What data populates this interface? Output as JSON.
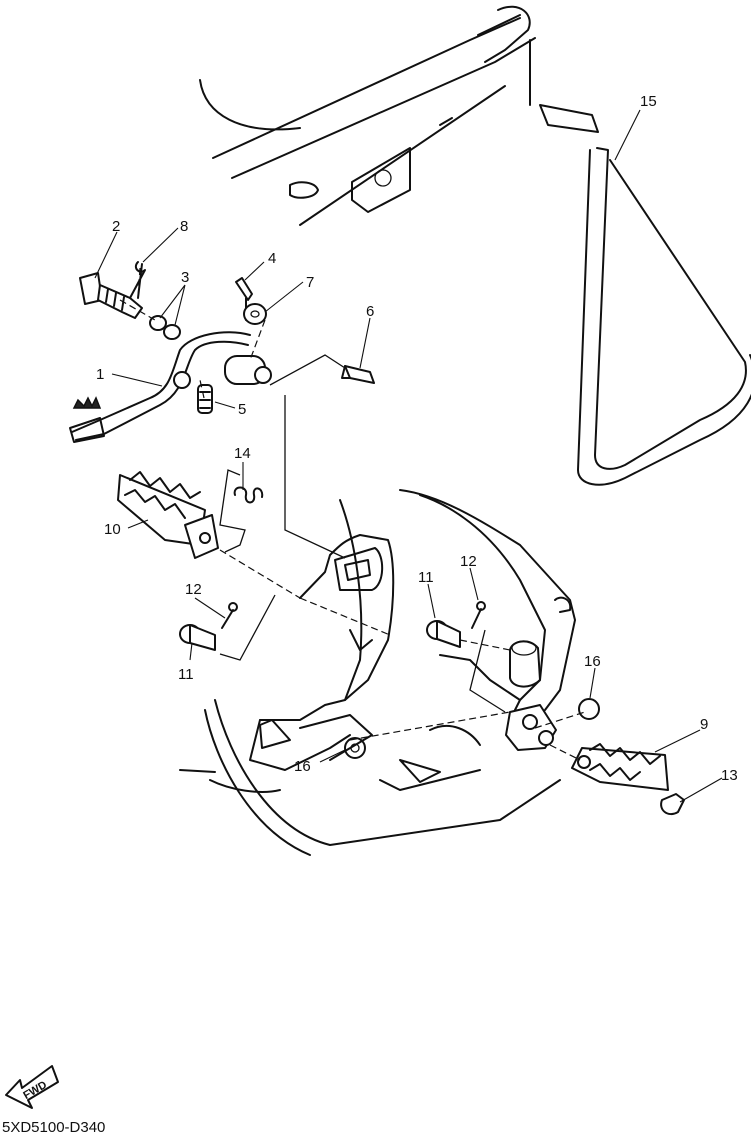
{
  "diagram": {
    "callouts": [
      {
        "id": "c1",
        "label": "1"
      },
      {
        "id": "c2",
        "label": "2"
      },
      {
        "id": "c3",
        "label": "3"
      },
      {
        "id": "c4",
        "label": "4"
      },
      {
        "id": "c5",
        "label": "5"
      },
      {
        "id": "c6",
        "label": "6"
      },
      {
        "id": "c7",
        "label": "7"
      },
      {
        "id": "c8",
        "label": "8"
      },
      {
        "id": "c9",
        "label": "9"
      },
      {
        "id": "c10",
        "label": "10"
      },
      {
        "id": "c11a",
        "label": "11"
      },
      {
        "id": "c11b",
        "label": "11"
      },
      {
        "id": "c12a",
        "label": "12"
      },
      {
        "id": "c12b",
        "label": "12"
      },
      {
        "id": "c13",
        "label": "13"
      },
      {
        "id": "c14",
        "label": "14"
      },
      {
        "id": "c15",
        "label": "15"
      },
      {
        "id": "c16a",
        "label": "16"
      },
      {
        "id": "c16b",
        "label": "16"
      }
    ],
    "fwd_badge": "FWD",
    "drawing_code": "5XD5100-D340"
  }
}
